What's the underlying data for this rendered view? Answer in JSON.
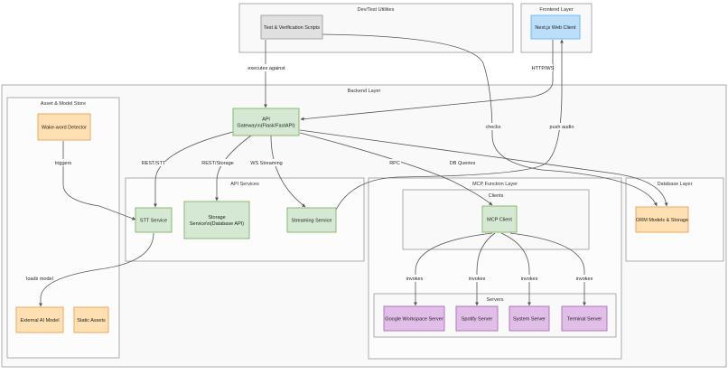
{
  "colors": {
    "gray": {
      "fill": "#e0e0e0",
      "stroke": "#9e9e9e"
    },
    "blue": {
      "fill": "#bbdefb",
      "stroke": "#64b5f6"
    },
    "green": {
      "fill": "#d5e8d4",
      "stroke": "#82b366"
    },
    "orange": {
      "fill": "#ffe0b2",
      "stroke": "#f0a050"
    },
    "purple": {
      "fill": "#e1bee7",
      "stroke": "#ab6fb8"
    }
  },
  "clusters": {
    "dev": "Dev/Test Utilities",
    "frontend": "Frontend Layer",
    "backend": "Backend Layer",
    "asset": "Asset & Model Store",
    "api_services": "API Services",
    "mcp": "MCP Function Layer",
    "clients": "Clients",
    "servers": "Servers",
    "database": "Database Layer"
  },
  "nodes": {
    "test_scripts": {
      "lines": [
        "Test & Verification Scripts"
      ],
      "color": "gray"
    },
    "web_client": {
      "lines": [
        "Next.js Web Client"
      ],
      "color": "blue"
    },
    "api_gateway": {
      "lines": [
        "API",
        "Gateway\\n(Flask/FastAPI)"
      ],
      "color": "green"
    },
    "wake_word": {
      "lines": [
        "Wake-word Detector"
      ],
      "color": "orange"
    },
    "stt_service": {
      "lines": [
        "STT Service"
      ],
      "color": "green"
    },
    "storage_service": {
      "lines": [
        "Storage",
        "Service\\n(Database API)"
      ],
      "color": "green"
    },
    "streaming_service": {
      "lines": [
        "Streaming Service"
      ],
      "color": "green"
    },
    "external_ai": {
      "lines": [
        "External AI Model"
      ],
      "color": "orange"
    },
    "static_assets": {
      "lines": [
        "Static Assets"
      ],
      "color": "orange"
    },
    "mcp_client": {
      "lines": [
        "MCP Client"
      ],
      "color": "green"
    },
    "google_ws": {
      "lines": [
        "Google Workspace Server"
      ],
      "color": "purple"
    },
    "spotify": {
      "lines": [
        "Spotify Server"
      ],
      "color": "purple"
    },
    "system_server": {
      "lines": [
        "System Server"
      ],
      "color": "purple"
    },
    "terminal_server": {
      "lines": [
        "Terminal Server"
      ],
      "color": "purple"
    },
    "orm_models": {
      "lines": [
        "ORM Models & Storage"
      ],
      "color": "orange"
    }
  },
  "edge_labels": {
    "executes_against": "executes against",
    "http_ws": "HTTP/WS",
    "checks": "checks",
    "push_audio": "push audio",
    "triggers": "triggers",
    "rest_stt": "REST/STT",
    "rest_storage": "REST/Storage",
    "ws_streaming": "WS Streaming",
    "rpc": "RPC",
    "db_queries": "DB Queries",
    "loads_model": "loads model",
    "invokes_1": "invokes",
    "invokes_2": "invokes",
    "invokes_3": "invokes",
    "invokes_4": "invokes"
  }
}
